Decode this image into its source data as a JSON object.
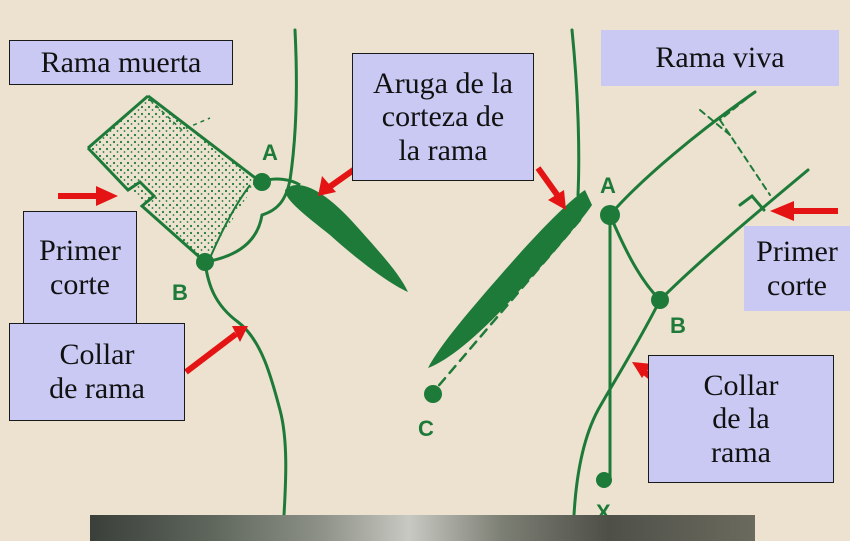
{
  "labels": {
    "rama_muerta": "Rama muerta",
    "arruga": [
      "Aruga de la",
      "corteza de",
      "la rama"
    ],
    "rama_viva": "Rama viva",
    "primer_corte_izq": [
      "Primer",
      "corte"
    ],
    "collar_izq": [
      "Collar",
      "de rama"
    ],
    "primer_corte_der": [
      "Primer",
      "corte"
    ],
    "collar_der": [
      "Collar",
      "de la",
      "rama"
    ]
  },
  "points": {
    "A_left": "A",
    "B_left": "B",
    "A_right": "A",
    "B_right": "B",
    "C": "C",
    "X": "X"
  },
  "colors": {
    "line": "#1d7a38",
    "arrow": "#e41414",
    "label_bg": "#c9c9f4",
    "background": "#ece2cf"
  }
}
